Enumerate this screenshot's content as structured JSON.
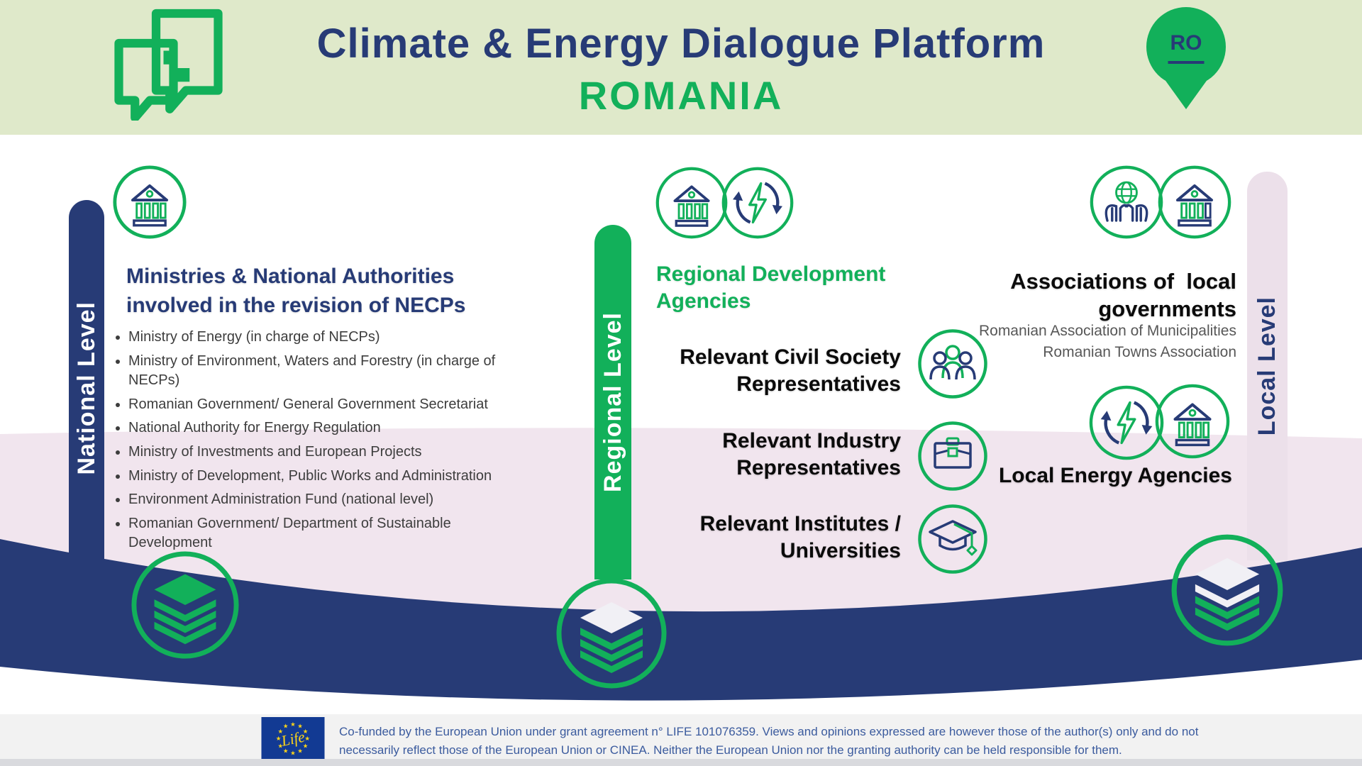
{
  "header": {
    "title": "Climate & Energy Dialogue Platform",
    "country": "ROMANIA",
    "pin_label": "RO"
  },
  "levels": {
    "national": {
      "label": "National Level"
    },
    "regional": {
      "label": "Regional Level"
    },
    "local": {
      "label": "Local Level"
    }
  },
  "national": {
    "heading": "Ministries & National Authorities\ninvolved in the revision of NECPs",
    "bullets": [
      "Ministry of Energy (in charge of NECPs)",
      "Ministry of Environment, Waters and Forestry (in charge of NECPs)",
      "Romanian Government/ General Government Secretariat",
      "National Authority for Energy Regulation",
      "Ministry of Investments and European Projects",
      "Ministry of Development, Public Works and Administration",
      "Environment Administration Fund (national level)",
      "Romanian Government/ Department of Sustainable Development"
    ]
  },
  "regional": {
    "rda_heading": "Regional Development\nAgencies",
    "civil_society": "Relevant Civil Society\nRepresentatives",
    "industry": "Relevant Industry\nRepresentatives",
    "institutes": "Relevant Institutes /\nUniversities"
  },
  "local": {
    "associations_heading": "Associations of  local\ngovernments",
    "associations_sub": "Romanian Association of Municipalities\nRomanian Towns Association",
    "energy_agencies": "Local Energy Agencies"
  },
  "footer": {
    "disclaimer": "Co-funded by the European Union under grant agreement n° LIFE 101076359. Views and opinions expressed are however those of the author(s) only and do not\nnecessarily reflect those of the European Union or CINEA. Neither the European Union nor the granting authority can be held responsible for them.",
    "eu_logo_text": "Life"
  },
  "icons": {
    "dialogue-logo-icon": "two overlapping square chat bubbles",
    "country-pin-icon": "map pin with RO",
    "government-building-icon": "bank/ministry building",
    "energy-cycle-icon": "circular arrows with lightning bolt",
    "people-group-icon": "three people",
    "briefcase-icon": "briefcase",
    "graduation-cap-icon": "mortarboard with tassel",
    "hands-globe-icon": "hands holding globe",
    "layer-stack-icon": "stacked layers"
  },
  "colors": {
    "brand_green": "#12b05a",
    "navy": "#273b76",
    "header_bg": "#dfe9ca",
    "platform_pink": "#f1e5ee",
    "pillar_pink": "#ece0ea",
    "layer_white": "#f1f0f5",
    "footer_bg": "#f2f2f2",
    "footer_text": "#3b5b9e",
    "eu_blue": "#123a93",
    "eu_yellow": "#ffd617"
  }
}
